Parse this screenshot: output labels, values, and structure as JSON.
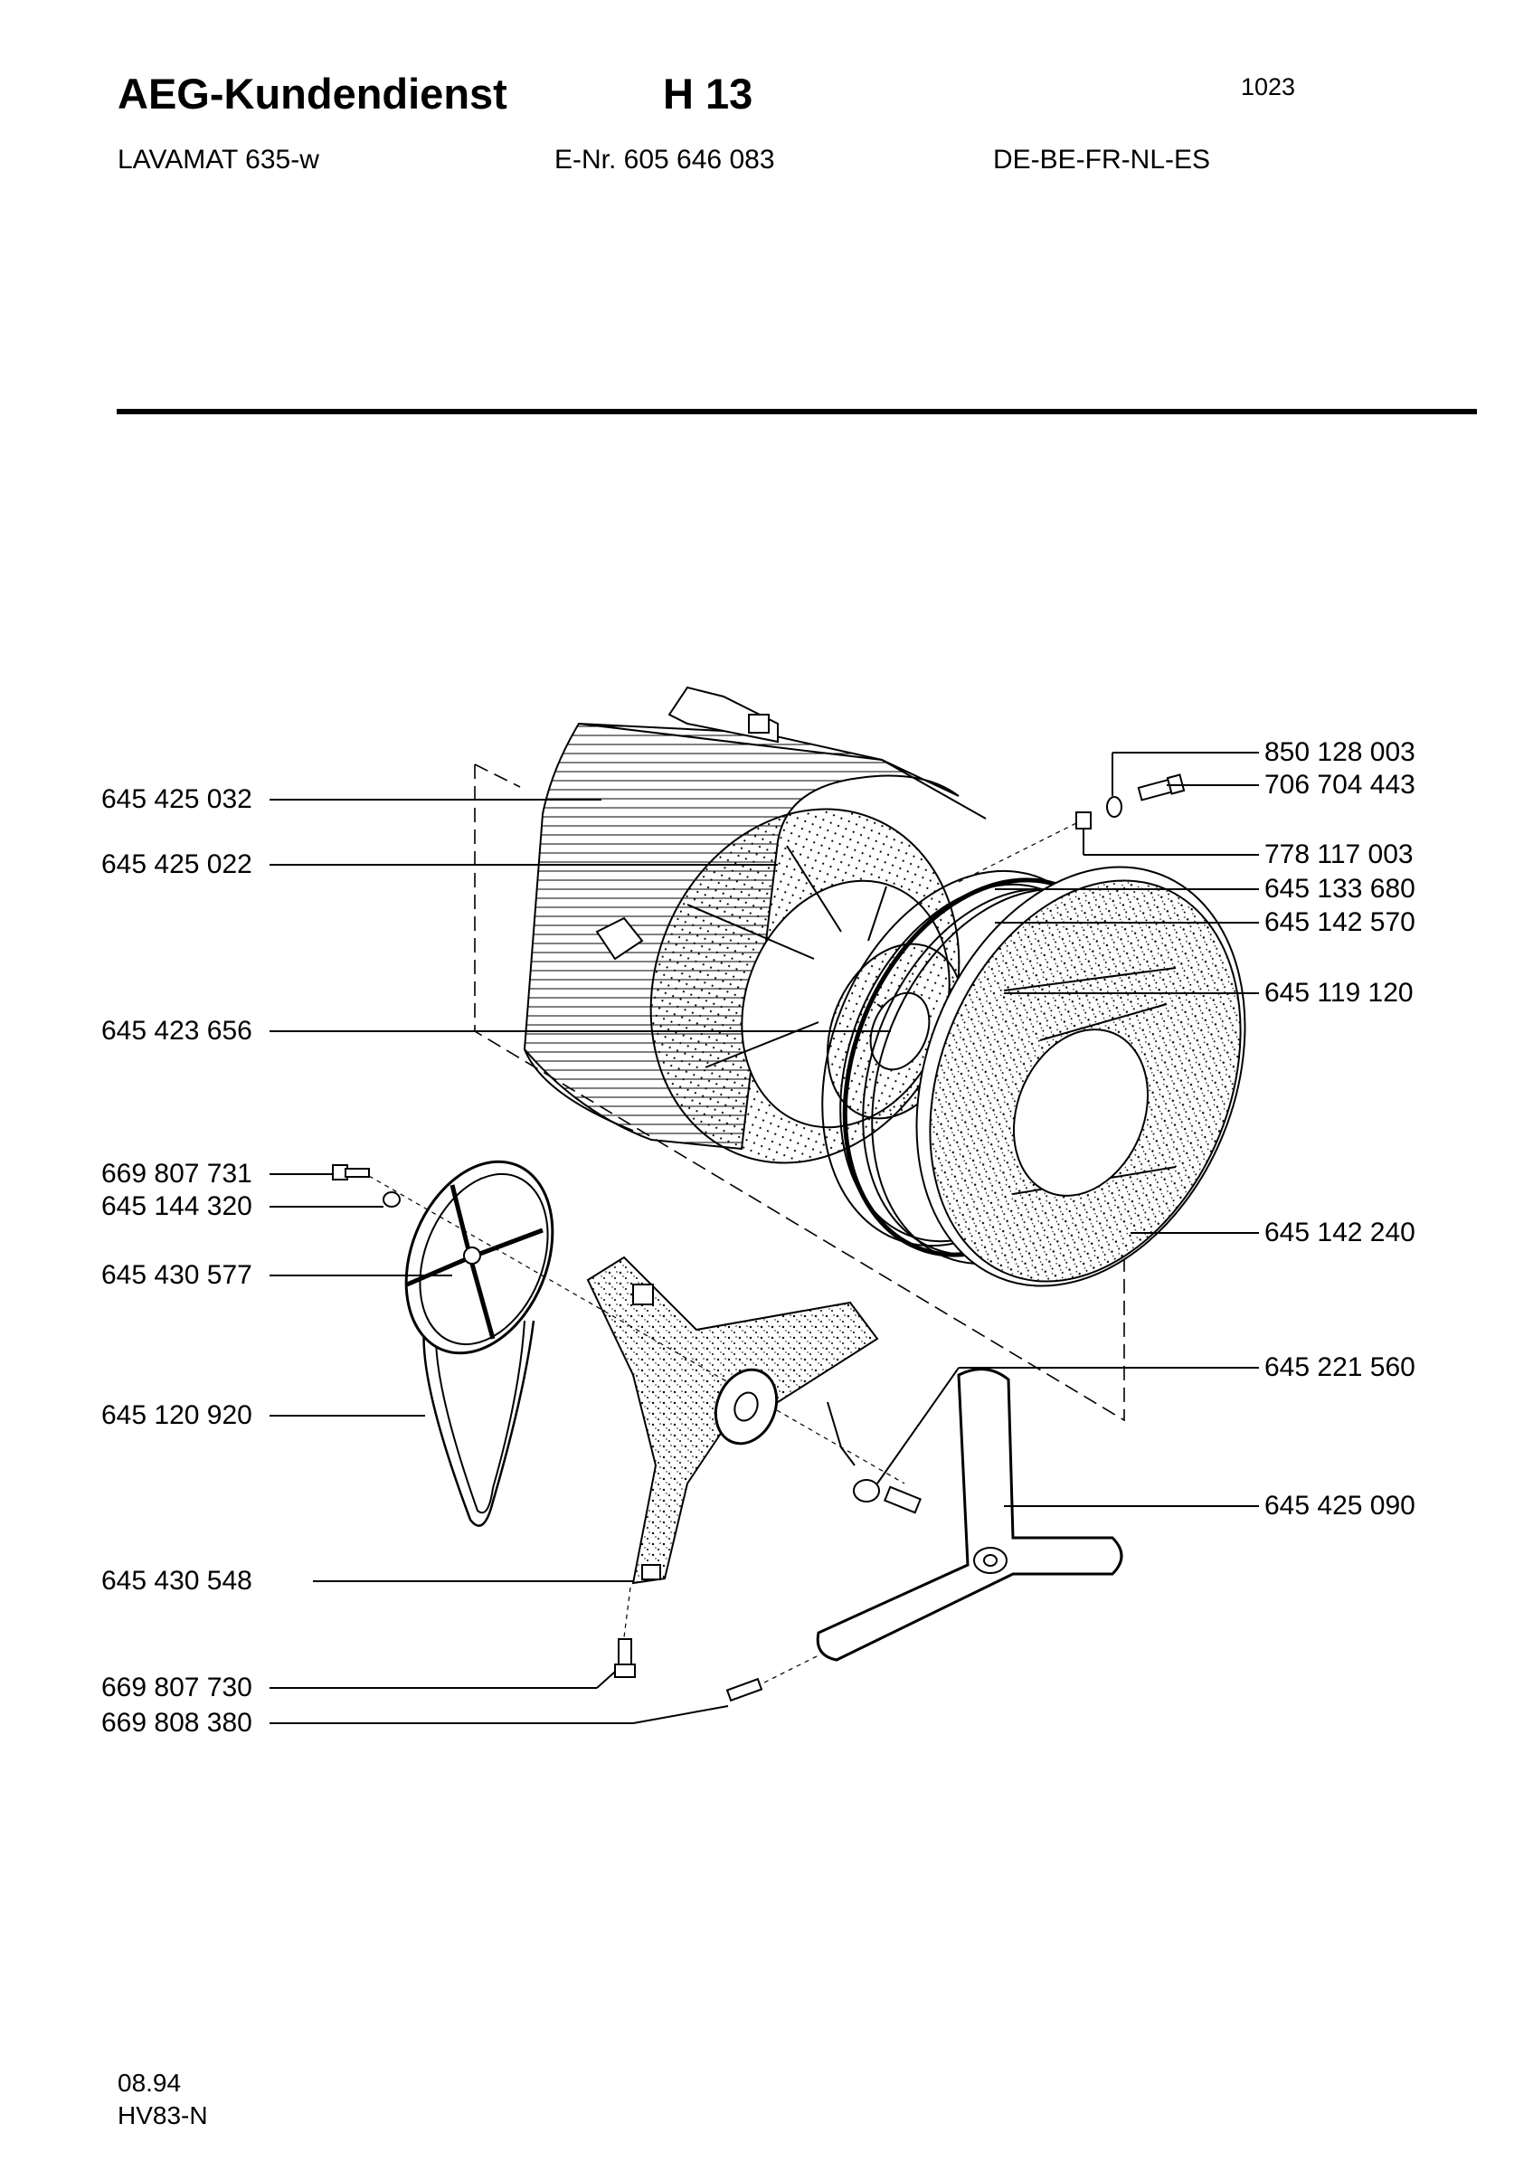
{
  "header": {
    "title": "AEG-Kundendienst",
    "code": "H 13",
    "page_number": "1023",
    "model": "LAVAMAT 635-w",
    "enr": "E-Nr. 605 646 083",
    "countries": "DE-BE-FR-NL-ES"
  },
  "parts_left": [
    "645 425 032",
    "645 425 022",
    "645 423 656",
    "669 807 731",
    "645 144 320",
    "645 430 577",
    "645 120 920",
    "645 430 548",
    "669 807 730",
    "669 808 380"
  ],
  "parts_right": [
    "850 128 003",
    "706 704 443",
    "778 117 003",
    "645 133 680",
    "645 142 570",
    "645 119 120",
    "645 142 240",
    "645 221 560",
    "645 425 090"
  ],
  "footer": {
    "date": "08.94",
    "code": "HV83-N"
  }
}
